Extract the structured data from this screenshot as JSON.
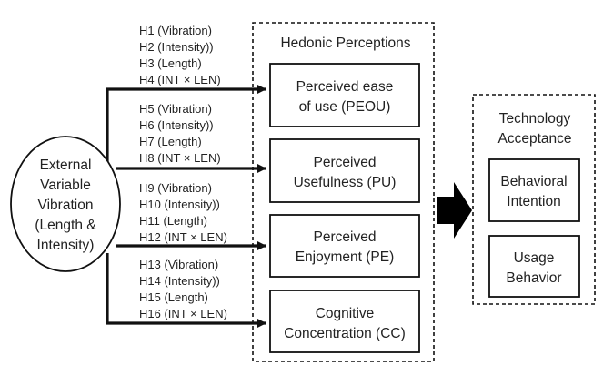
{
  "source": {
    "lines": [
      "External",
      "Variable",
      "Vibration",
      "(Length &",
      "Intensity)"
    ]
  },
  "hedonic": {
    "title": "Hedonic Perceptions",
    "boxes": [
      {
        "lines": [
          "Perceived ease",
          "of use (PEOU)"
        ],
        "hypotheses": [
          "H1 (Vibration)",
          "H2 (Intensity))",
          "H3 (Length)",
          "H4 (INT × LEN)"
        ]
      },
      {
        "lines": [
          "Perceived",
          "Usefulness (PU)"
        ],
        "hypotheses": [
          "H5 (Vibration)",
          "H6 (Intensity))",
          "H7 (Length)",
          "H8 (INT × LEN)"
        ]
      },
      {
        "lines": [
          "Perceived",
          "Enjoyment (PE)"
        ],
        "hypotheses": [
          "H9 (Vibration)",
          "H10 (Intensity))",
          "H11 (Length)",
          "H12 (INT × LEN)"
        ]
      },
      {
        "lines": [
          "Cognitive",
          "Concentration (CC)"
        ],
        "hypotheses": [
          "H13 (Vibration)",
          "H14 (Intensity))",
          "H15 (Length)",
          "H16 (INT × LEN)"
        ]
      }
    ]
  },
  "technology": {
    "title_lines": [
      "Technology",
      "Acceptance"
    ],
    "boxes": [
      {
        "lines": [
          "Behavioral",
          "Intention"
        ]
      },
      {
        "lines": [
          "Usage",
          "Behavior"
        ]
      }
    ]
  },
  "colors": {
    "ink": "#111111",
    "text": "#222222",
    "background": "#ffffff"
  }
}
